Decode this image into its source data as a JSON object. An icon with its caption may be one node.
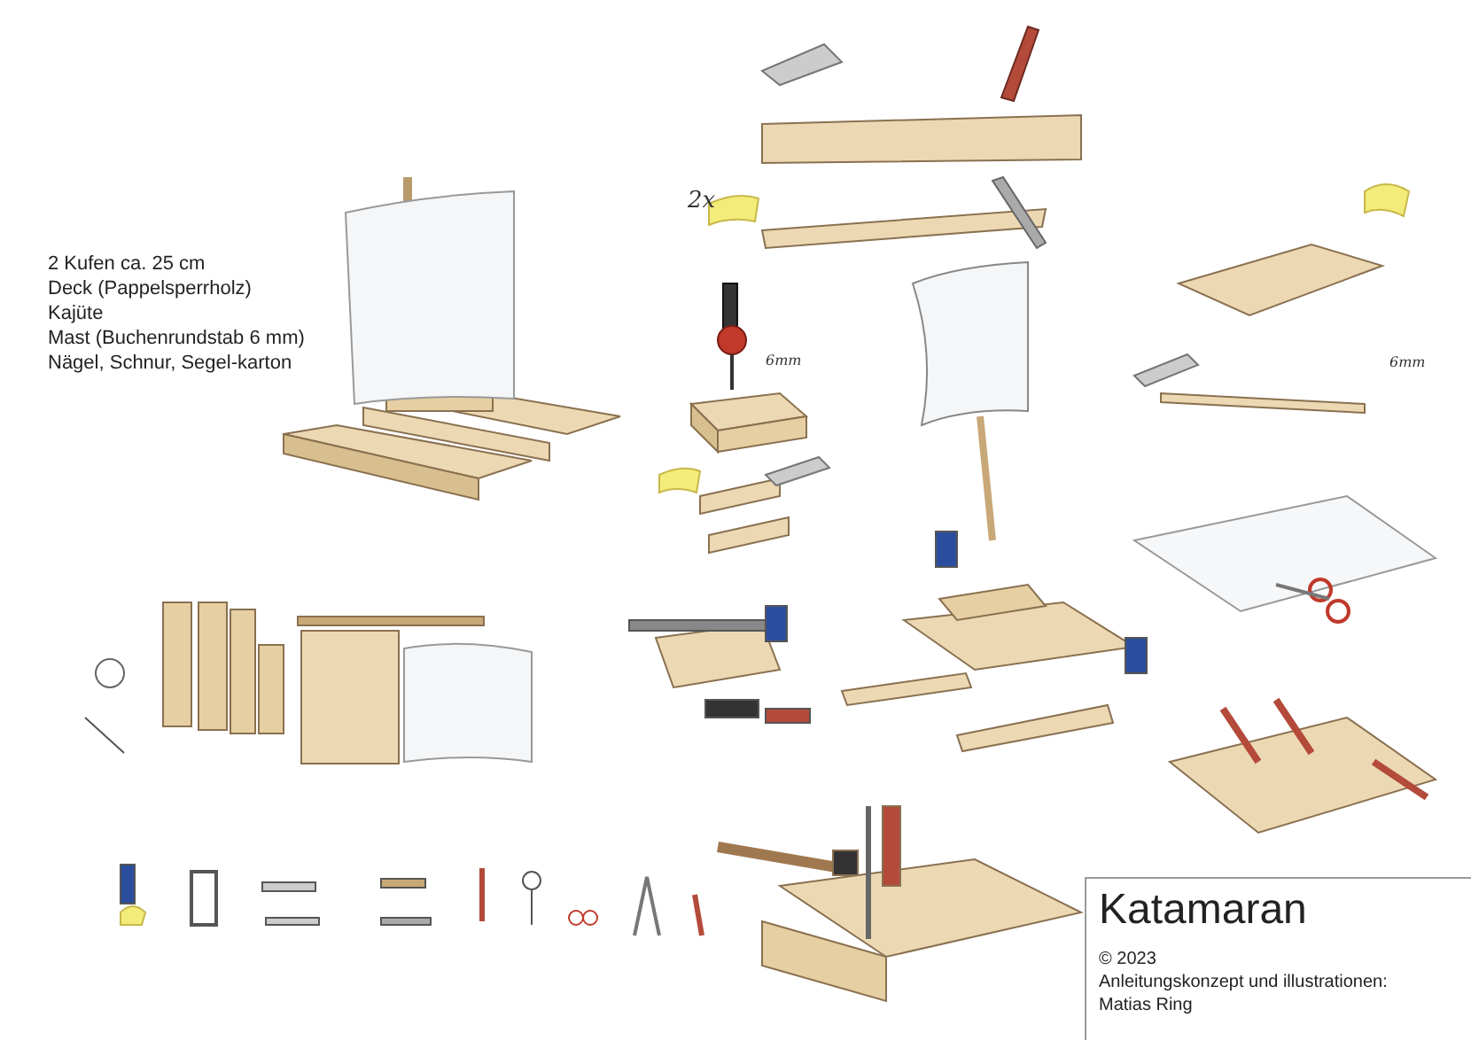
{
  "diagram": {
    "title": "Katamaran",
    "labels": [
      "2 Kufen  ca. 25 cm",
      "Deck (Pappelsperrholz)",
      "Kajüte",
      "Mast (Buchenrundstab 6 mm)",
      "Nägel, Schnur, Segel-karton",
      "2x",
      "6mm",
      "6mm",
      "© 2023",
      "Anleitungskonzept und illustrationen:",
      "Matias Ring"
    ]
  }
}
